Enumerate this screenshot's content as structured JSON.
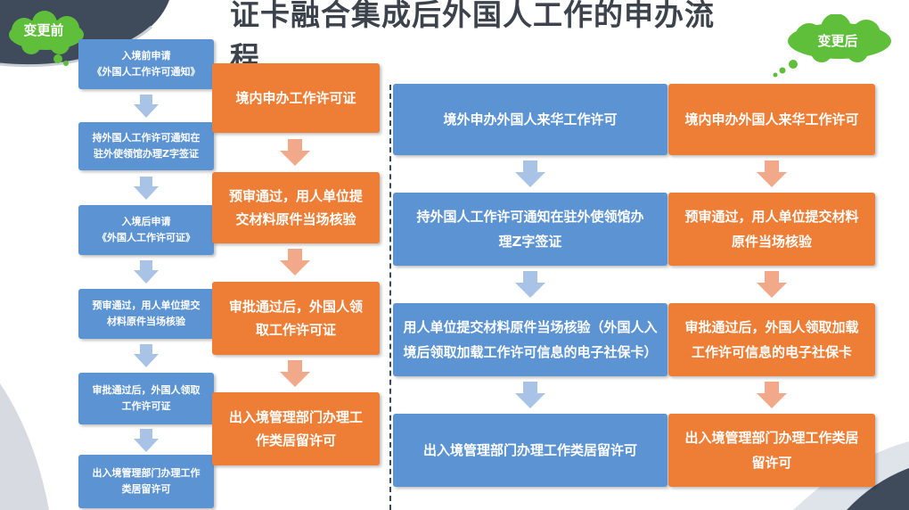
{
  "title": "证卡融合集成后外国人工作的申办流程",
  "tags": {
    "before": "变更前",
    "after": "变更后"
  },
  "before": {
    "blue_steps": [
      [
        "入境前申请",
        "《外国人工作许可通知》"
      ],
      [
        "持外国人工作许可通知在",
        "驻外使领馆办理Z字签证"
      ],
      [
        "入境后申请",
        "《外国人工作许可证》"
      ],
      [
        "预审通过，用人单位提交",
        "材料原件当场核验"
      ],
      [
        "审批通过后，外国人领取",
        "工作许可证"
      ],
      [
        "出入境管理部门办理工作",
        "类居留许可"
      ]
    ],
    "orange_steps": [
      [
        "境内申办工作许可证"
      ],
      [
        "预审通过，用人单位提",
        "交材料原件当场核验"
      ],
      [
        "审批通过后，外国人领",
        "取工作许可证"
      ],
      [
        "出入境管理部门办理工",
        "作类居留许可"
      ]
    ]
  },
  "after": {
    "blue_steps": [
      [
        "境外申办外国人来华工作许可"
      ],
      [
        "持外国人工作许可通知在驻外使领馆办",
        "理Z字签证"
      ],
      [
        "用人单位提交材料原件当场核验（外国人入",
        "境后领取加载工作许可信息的电子社保卡）"
      ],
      [
        "出入境管理部门办理工作类居留许可"
      ]
    ],
    "orange_steps": [
      [
        "境内申办外国人来华工作许可"
      ],
      [
        "预审通过，用人单位提交材料",
        "原件当场核验"
      ],
      [
        "审批通过后，外国人领取加载",
        "工作许可信息的电子社保卡"
      ],
      [
        "出入境管理部门办理工作类居",
        "留许可"
      ]
    ]
  },
  "colors": {
    "blue_box": "#5b93d3",
    "orange_box": "#ee7d36",
    "blue_arrow": "#a9c3e6",
    "orange_arrow": "#f1a98a",
    "cloud": "#5fbf3a",
    "title_text": "#3c434c",
    "decor_dark": "#3f4b5a"
  }
}
